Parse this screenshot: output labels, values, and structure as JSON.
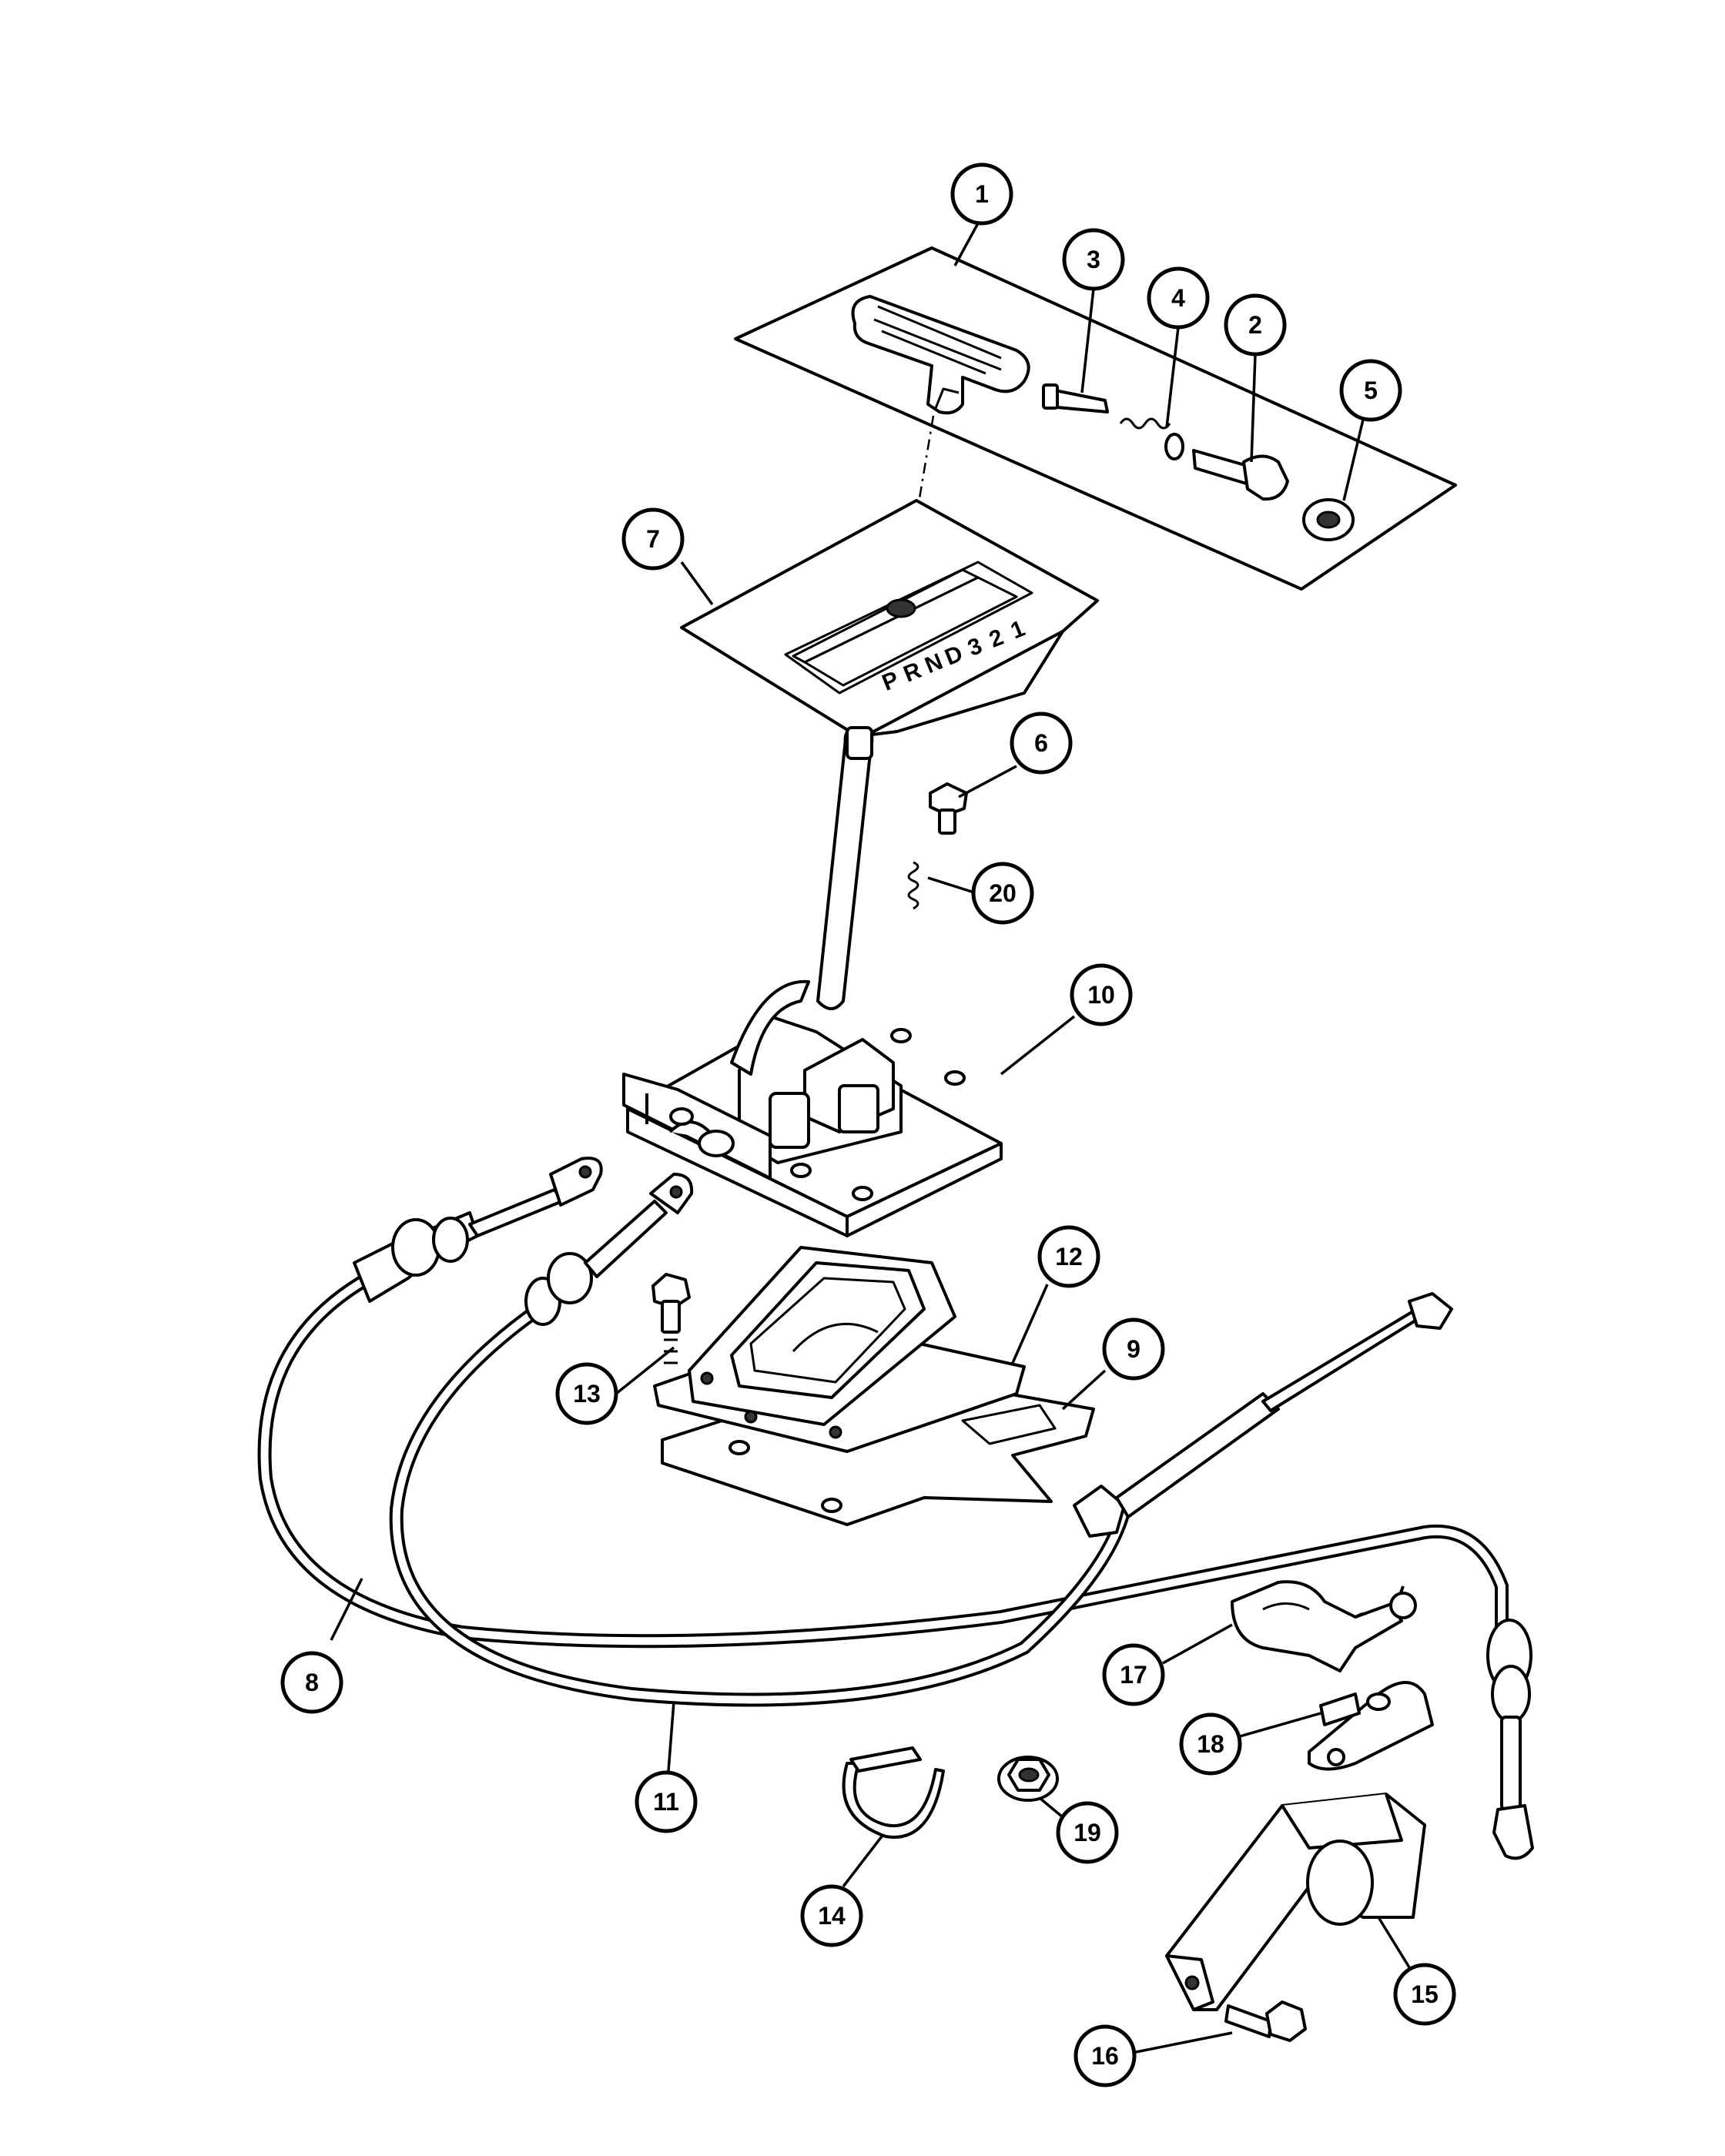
{
  "diagram": {
    "shift_indicator_letters": [
      "P",
      "R",
      "N",
      "D",
      "3",
      "2",
      "1"
    ],
    "callouts": [
      {
        "id": "c1",
        "label": "1"
      },
      {
        "id": "c2",
        "label": "2"
      },
      {
        "id": "c3",
        "label": "3"
      },
      {
        "id": "c4",
        "label": "4"
      },
      {
        "id": "c5",
        "label": "5"
      },
      {
        "id": "c6",
        "label": "6"
      },
      {
        "id": "c7",
        "label": "7"
      },
      {
        "id": "c8",
        "label": "8"
      },
      {
        "id": "c9",
        "label": "9"
      },
      {
        "id": "c10",
        "label": "10"
      },
      {
        "id": "c11",
        "label": "11"
      },
      {
        "id": "c12",
        "label": "12"
      },
      {
        "id": "c13",
        "label": "13"
      },
      {
        "id": "c14",
        "label": "14"
      },
      {
        "id": "c15",
        "label": "15"
      },
      {
        "id": "c16",
        "label": "16"
      },
      {
        "id": "c17",
        "label": "17"
      },
      {
        "id": "c18",
        "label": "18"
      },
      {
        "id": "c19",
        "label": "19"
      },
      {
        "id": "c20",
        "label": "20"
      }
    ]
  }
}
